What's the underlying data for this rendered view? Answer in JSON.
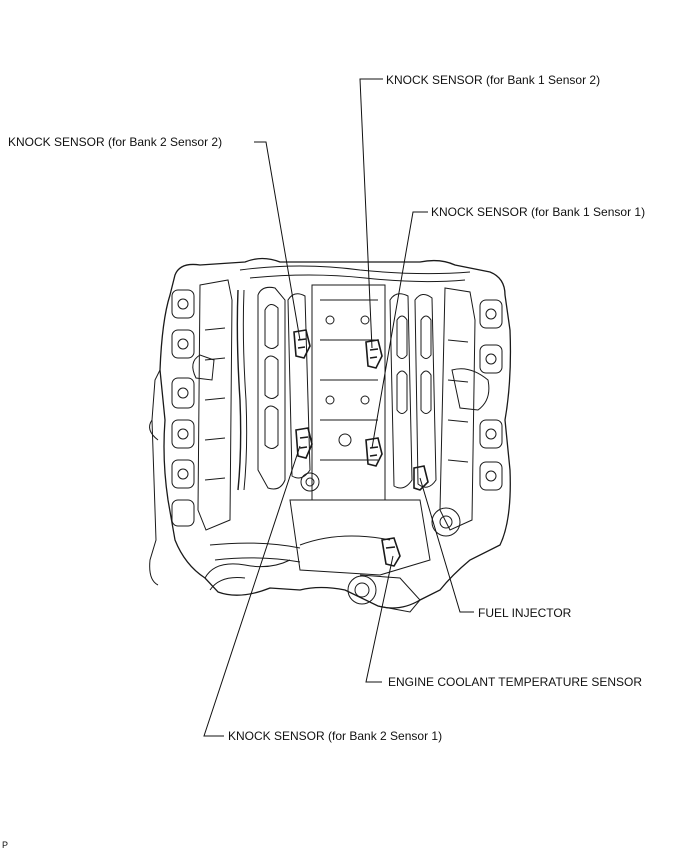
{
  "labels": {
    "knock_b1s2": "KNOCK SENSOR (for Bank 1 Sensor 2)",
    "knock_b2s2": "KNOCK SENSOR (for Bank 2 Sensor 2)",
    "knock_b1s1": "KNOCK SENSOR (for Bank 1 Sensor 1)",
    "fuel_injector": "FUEL INJECTOR",
    "ect_sensor": "ENGINE COOLANT TEMPERATURE SENSOR",
    "knock_b2s1": "KNOCK SENSOR (for Bank 2 Sensor 1)"
  },
  "corner_mark": "P"
}
